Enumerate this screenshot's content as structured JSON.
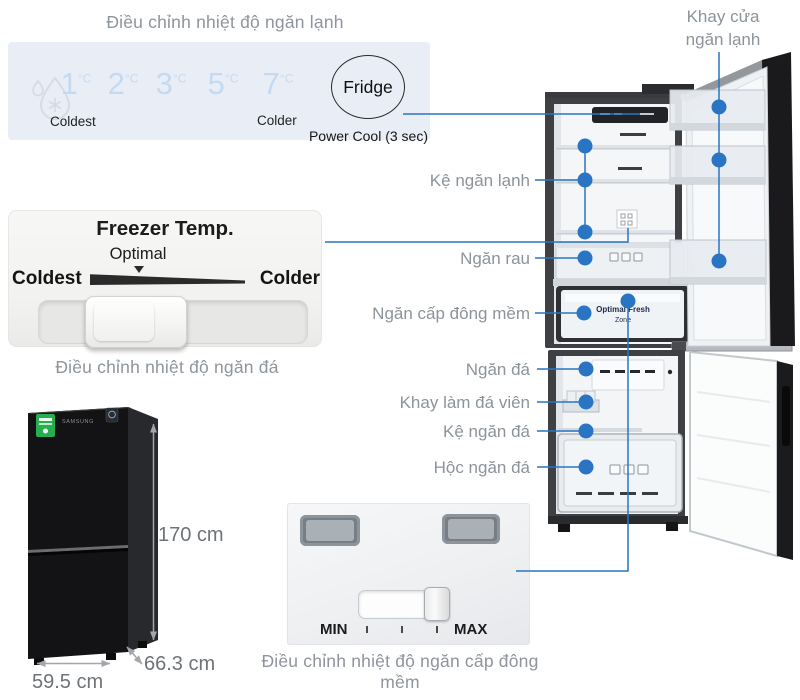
{
  "colors": {
    "accent_blue": "#2a74c4",
    "label_gray": "#8d939b",
    "dark_text": "#222222",
    "panel_blue_bg": "#e9eef6",
    "temp_blue": "#c3daf2"
  },
  "headings": {
    "fridge_temp_title": "Điều chỉnh nhiệt độ ngăn lạnh",
    "freezer_temp_caption": "Điều chỉnh nhiệt độ ngăn đá",
    "soft_freeze_caption": "Điều chỉnh nhiệt độ ngăn cấp đông mềm"
  },
  "fridge_temp_panel": {
    "temps": [
      "1",
      "2",
      "3",
      "5",
      "7"
    ],
    "temp_unit": "°C",
    "coldest": "Coldest",
    "colder": "Colder",
    "fridge_button": "Fridge",
    "power_cool": "Power Cool (3 sec)"
  },
  "freezer_temp_panel": {
    "title": "Freezer Temp.",
    "optimal": "Optimal",
    "coldest": "Coldest",
    "colder": "Colder"
  },
  "soft_freeze_panel": {
    "min": "MIN",
    "max": "MAX"
  },
  "callouts": {
    "door_tray": "Khay cửa ngăn lạnh",
    "fridge_shelf": "Kệ ngăn lạnh",
    "veg_drawer": "Ngăn rau",
    "soft_freeze_drawer": "Ngăn cấp đông mềm",
    "ice_compartment": "Ngăn đá",
    "ice_cube_tray": "Khay làm đá viên",
    "freezer_shelf": "Kệ ngăn đá",
    "freezer_bin": "Hộc ngăn đá"
  },
  "open_fridge": {
    "optimal_fresh_line1": "Optimal Fresh",
    "optimal_fresh_line2": "Zone"
  },
  "black_fridge": {
    "brand": "SAMSUNG",
    "height": "170 cm",
    "depth": "66.3 cm",
    "width": "59.5 cm"
  }
}
